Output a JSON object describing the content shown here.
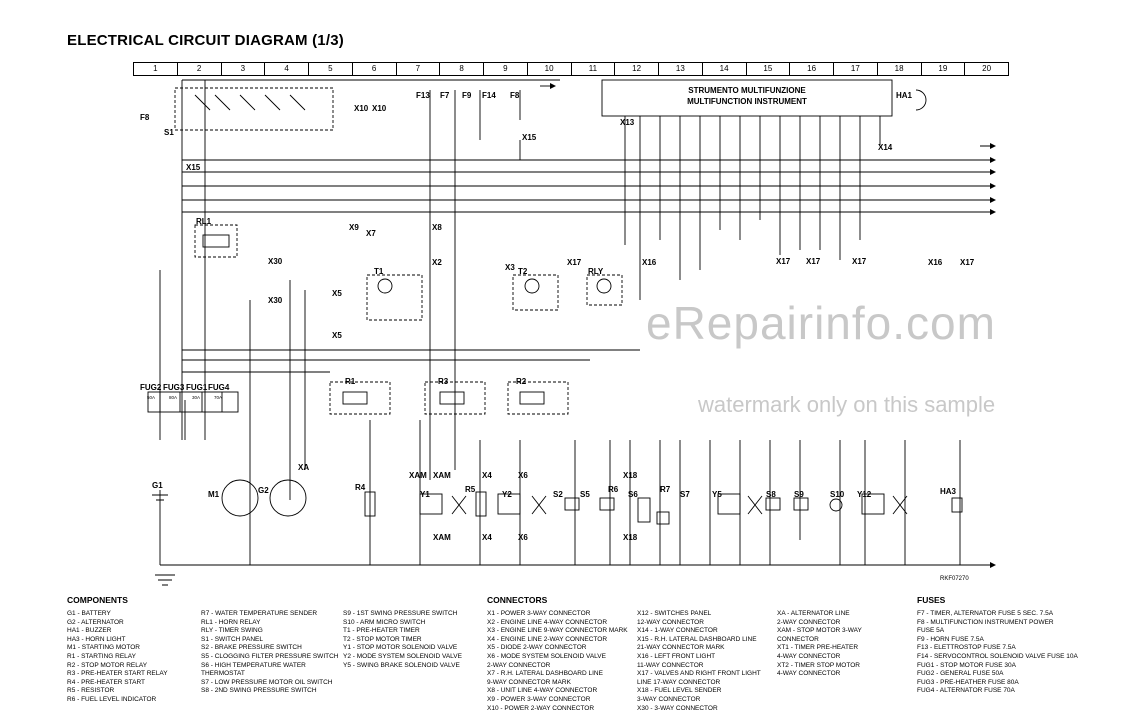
{
  "title": "ELECTRICAL CIRCUIT DIAGRAM (1/3)",
  "grid": [
    "1",
    "2",
    "3",
    "4",
    "5",
    "6",
    "7",
    "8",
    "9",
    "10",
    "11",
    "12",
    "13",
    "14",
    "15",
    "16",
    "17",
    "18",
    "19",
    "20"
  ],
  "instrument": {
    "line1": "STRUMENTO MULTIFUNZIONE",
    "line2": "MULTIFUNCTION INSTRUMENT"
  },
  "drawing_ref": "RKF07270",
  "watermark": {
    "main": "eRepairinfo.com",
    "sub": "watermark only on this sample"
  },
  "fuses_top": [
    "F13",
    "F7",
    "F9",
    "F14",
    "F8"
  ],
  "fuse_bottom": [
    "FUG2",
    "FUG3",
    "FUG1",
    "FUG4"
  ],
  "fuse_bottom_values": [
    "50A",
    "80A",
    "30A",
    "70A"
  ],
  "component_labels": {
    "s1": "S1",
    "f8": "F8",
    "x10a": "X10",
    "x10b": "X10",
    "x15a": "X15",
    "x15b": "X15",
    "rl1": "RL1",
    "x30a": "X30",
    "x30b": "X30",
    "x9": "X9",
    "x7": "X7",
    "x8": "X8",
    "x2": "X2",
    "x3": "X3",
    "t1": "T1",
    "t2": "T2",
    "rly": "RLY",
    "x5a": "X5",
    "x5b": "X5",
    "r1": "R1",
    "r3": "R3",
    "r2": "R2",
    "x16a": "X16",
    "x16b": "X16",
    "x17a": "X17",
    "x17b": "X17",
    "x17c": "X17",
    "x17d": "X17",
    "x17e": "X17",
    "x13": "X13",
    "x14": "X14",
    "ha1": "HA1",
    "x18a": "X18",
    "x18b": "X18",
    "g1": "G1",
    "m1": "M1",
    "g2": "G2",
    "xa": "XA",
    "r4": "R4",
    "xam1": "XAM",
    "xam2": "XAM",
    "xam3": "XAM",
    "y1": "Y1",
    "r5": "R5",
    "x4a": "X4",
    "x4b": "X4",
    "x6a": "X6",
    "x6b": "X6",
    "y2": "Y2",
    "s2": "S2",
    "s5": "S5",
    "r6": "R6",
    "s6": "S6",
    "r7": "R7",
    "s7": "S7",
    "y5": "Y5",
    "s8": "S8",
    "s9": "S9",
    "s10": "S10",
    "y12": "Y12",
    "ha3": "HA3"
  },
  "legend": {
    "components_title": "COMPONENTS",
    "components_col1": [
      "G1 - BATTERY",
      "G2 - ALTERNATOR",
      "HA1 - BUZZER",
      "HA3 - HORN LIGHT",
      "M1 - STARTING MOTOR",
      "R1 - STARTING RELAY",
      "R2 - STOP MOTOR RELAY",
      "R3 - PRE-HEATER START RELAY",
      "R4 - PRE-HEATER START",
      "R5 - RESISTOR",
      "R6 - FUEL LEVEL INDICATOR"
    ],
    "components_col2": [
      "R7 - WATER TEMPERATURE SENDER",
      "RL1 - HORN RELAY",
      "RLY - TIMER SWING",
      "S1 - SWITCH PANEL",
      "S2 - BRAKE PRESSURE SWITCH",
      "S5 - CLOGGING FILTER PRESSURE SWITCH",
      "S6 - HIGH TEMPERATURE WATER",
      "       THERMOSTAT",
      "S7 - LOW PRESSURE MOTOR OIL SWITCH",
      "S8 - 2ND SWING PRESSURE SWITCH"
    ],
    "components_col3": [
      "S9 - 1ST SWING PRESSURE SWITCH",
      "S10 - ARM MICRO SWITCH",
      "T1 - PRE-HEATER TIMER",
      "T2 - STOP MOTOR TIMER",
      "Y1 - STOP MOTOR SOLENOID VALVE",
      "Y2 - MODE SYSTEM SOLENOID VALVE",
      "Y5 - SWING BRAKE SOLENOID VALVE"
    ],
    "connectors_title": "CONNECTORS",
    "connectors_col1": [
      "X1 - POWER 3-WAY CONNECTOR",
      "X2 - ENGINE LINE 4-WAY CONNECTOR",
      "X3 - ENGINE LINE 9-WAY CONNECTOR MARK",
      "X4 - ENGINE LINE 2-WAY CONNECTOR",
      "X5 - DIODE 2-WAY CONNECTOR",
      "X6 - MODE SYSTEM SOLENOID VALVE",
      "       2-WAY CONNECTOR",
      "X7 - R.H. LATERAL DASHBOARD LINE",
      "       9-WAY CONNECTOR MARK",
      "X8 - UNIT LINE 4-WAY CONNECTOR",
      "X9 - POWER 3-WAY CONNECTOR",
      "X10 - POWER 2-WAY CONNECTOR"
    ],
    "connectors_col2": [
      "X12 - SWITCHES PANEL",
      "        12-WAY CONNECTOR",
      "X14 - 1-WAY CONNECTOR",
      "X15 - R.H. LATERAL DASHBOARD LINE",
      "        21-WAY CONNECTOR MARK",
      "X16 - LEFT FRONT LIGHT",
      "        11-WAY CONNECTOR",
      "X17 - VALVES AND RIGHT FRONT LIGHT",
      "        LINE 17-WAY CONNECTOR",
      "X18 - FUEL LEVEL SENDER",
      "        3-WAY CONNECTOR",
      "X30 - 3-WAY CONNECTOR"
    ],
    "connectors_col3": [
      "XA - ALTERNATOR LINE",
      "       2-WAY CONNECTOR",
      "XAM - STOP MOTOR 3-WAY",
      "         CONNECTOR",
      "XT1 - TIMER PRE-HEATER",
      "         4-WAY CONNECTOR",
      "XT2 - TIMER STOP MOTOR",
      "         4-WAY CONNECTOR"
    ],
    "fuses_title": "FUSES",
    "fuses": [
      "F7 - TIMER, ALTERNATOR FUSE 5 SEC. 7.5A",
      "F8 - MULTIFUNCTION INSTRUMENT POWER",
      "       FUSE 5A",
      "F9 - HORN FUSE 7.5A",
      "F13 - ELETTROSTOP FUSE 7.5A",
      "F14 - SERVOCONTROL SOLENOID VALVE FUSE 10A",
      "FUG1 - STOP MOTOR FUSE 30A",
      "FUG2 - GENERAL FUSE 50A",
      "FUG3 - PRE-HEATHER FUSE 80A",
      "FUG4 - ALTERNATOR FUSE 70A"
    ]
  }
}
